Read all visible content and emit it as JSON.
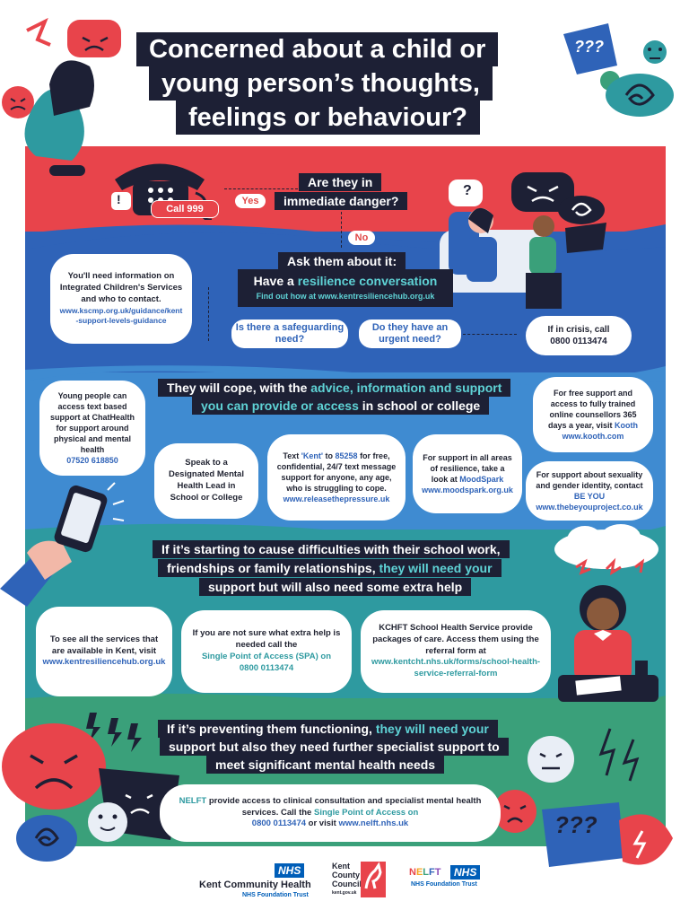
{
  "title": {
    "line1": "Concerned about a child or",
    "line2": "young person’s thoughts,",
    "line3": "feelings or behaviour?"
  },
  "danger": {
    "question_line1": "Are they in",
    "question_line2": "immediate danger?",
    "yes": "Yes",
    "no": "No",
    "call": "Call 999"
  },
  "ask": {
    "header": "Ask them about it:",
    "resilience_prefix": "Have a ",
    "resilience_link": "resilience conversation",
    "find_out": "Find out how at www.kentresiliencehub.org.uk"
  },
  "info_bubble": {
    "text": "You'll need information on Integrated Children's Services and who to contact.",
    "link": "www.kscmp.org.uk/guidance/kent-support-levels-guidance"
  },
  "safeguarding": {
    "text": "Is there a safeguarding need?"
  },
  "urgent": {
    "text": "Do they have an urgent need?"
  },
  "crisis": {
    "line1": "If in crisis, call",
    "line2": "0800 0113474"
  },
  "cope": {
    "part1": "They will cope, with the ",
    "part2": "advice, information and support",
    "part3": "you can provide or access",
    "part4": " in school or college"
  },
  "chathealth": {
    "text": "Young people can access text based support at ChatHealth for support around physical and mental health ",
    "link": "ChatHealth",
    "phone": "07520 618850"
  },
  "dmhl": {
    "text": "Speak to a Designated Mental Health Lead in School or College"
  },
  "text_support": {
    "prefix": "Text ",
    "kent": "'Kent'",
    "to": " to ",
    "number": "85258",
    "rest": " for free, confidential, 24/7 text message support for anyone, any age, who is struggling to cope.",
    "link": "www.releasethepressure.uk"
  },
  "moodspark": {
    "text": "For support in all areas of resilience, take a look at ",
    "name": "MoodSpark",
    "link": "www.moodspark.org.uk"
  },
  "kooth": {
    "text": "For free support and access to fully trained online counsellors 365 days a year, visit ",
    "name": "Kooth",
    "link": "www.kooth.com"
  },
  "beyou": {
    "text": "For support about sexuality and gender identity, contact ",
    "name": "BE YOU",
    "link": "www.thebeyouproject.co.uk"
  },
  "difficulties": {
    "line1": "If it’s starting to cause difficulties with their school work,",
    "line2a": "friendships or family relationships, ",
    "line2b": "they will need your",
    "line3": "support but will also need some extra help"
  },
  "services": {
    "text": "To see all the services that are available in Kent, visit",
    "link": "www.kentresiliencehub.org.uk"
  },
  "spa": {
    "text": "If you are not sure what extra help is needed call the",
    "link": "Single Point of Access (SPA) on",
    "phone": "0800 0113474"
  },
  "kchft": {
    "text": "KCHFT School Health Service provide packages of care. Access them using the referral form at",
    "link": "www.kentcht.nhs.uk/forms/school-health-service-referral-form"
  },
  "functioning": {
    "line1a": "If it’s preventing them functioning, ",
    "line1b": "they will need your",
    "line2": "support but also they need further specialist support to",
    "line3": "meet significant mental health needs"
  },
  "nelft": {
    "name": "NELFT",
    "text1": " provide access to clinical consultation and specialist mental health services. Call the ",
    "spa": "Single Point of Access on",
    "phone": "0800 0113474",
    "or": " or visit ",
    "link": "www.nelft.nhs.uk"
  },
  "footer": {
    "kch_nhs": "NHS",
    "kch_name": "Kent Community Health",
    "kch_trust": "NHS Foundation Trust",
    "kcc_line1": "Kent",
    "kcc_line2": "County",
    "kcc_line3": "Council",
    "kcc_url": "kent.gov.uk",
    "nelft_name": "NELFT",
    "nelft_nhs": "NHS",
    "nelft_trust": "NHS Foundation Trust"
  },
  "icons": {
    "question_marks": "???",
    "question_mark": "?",
    "exclaim": "!"
  },
  "colors": {
    "red": "#e8444b",
    "blue": "#2f63b8",
    "teal": "#2e9aa0",
    "green": "#3aa07a",
    "navy": "#1d2035"
  }
}
